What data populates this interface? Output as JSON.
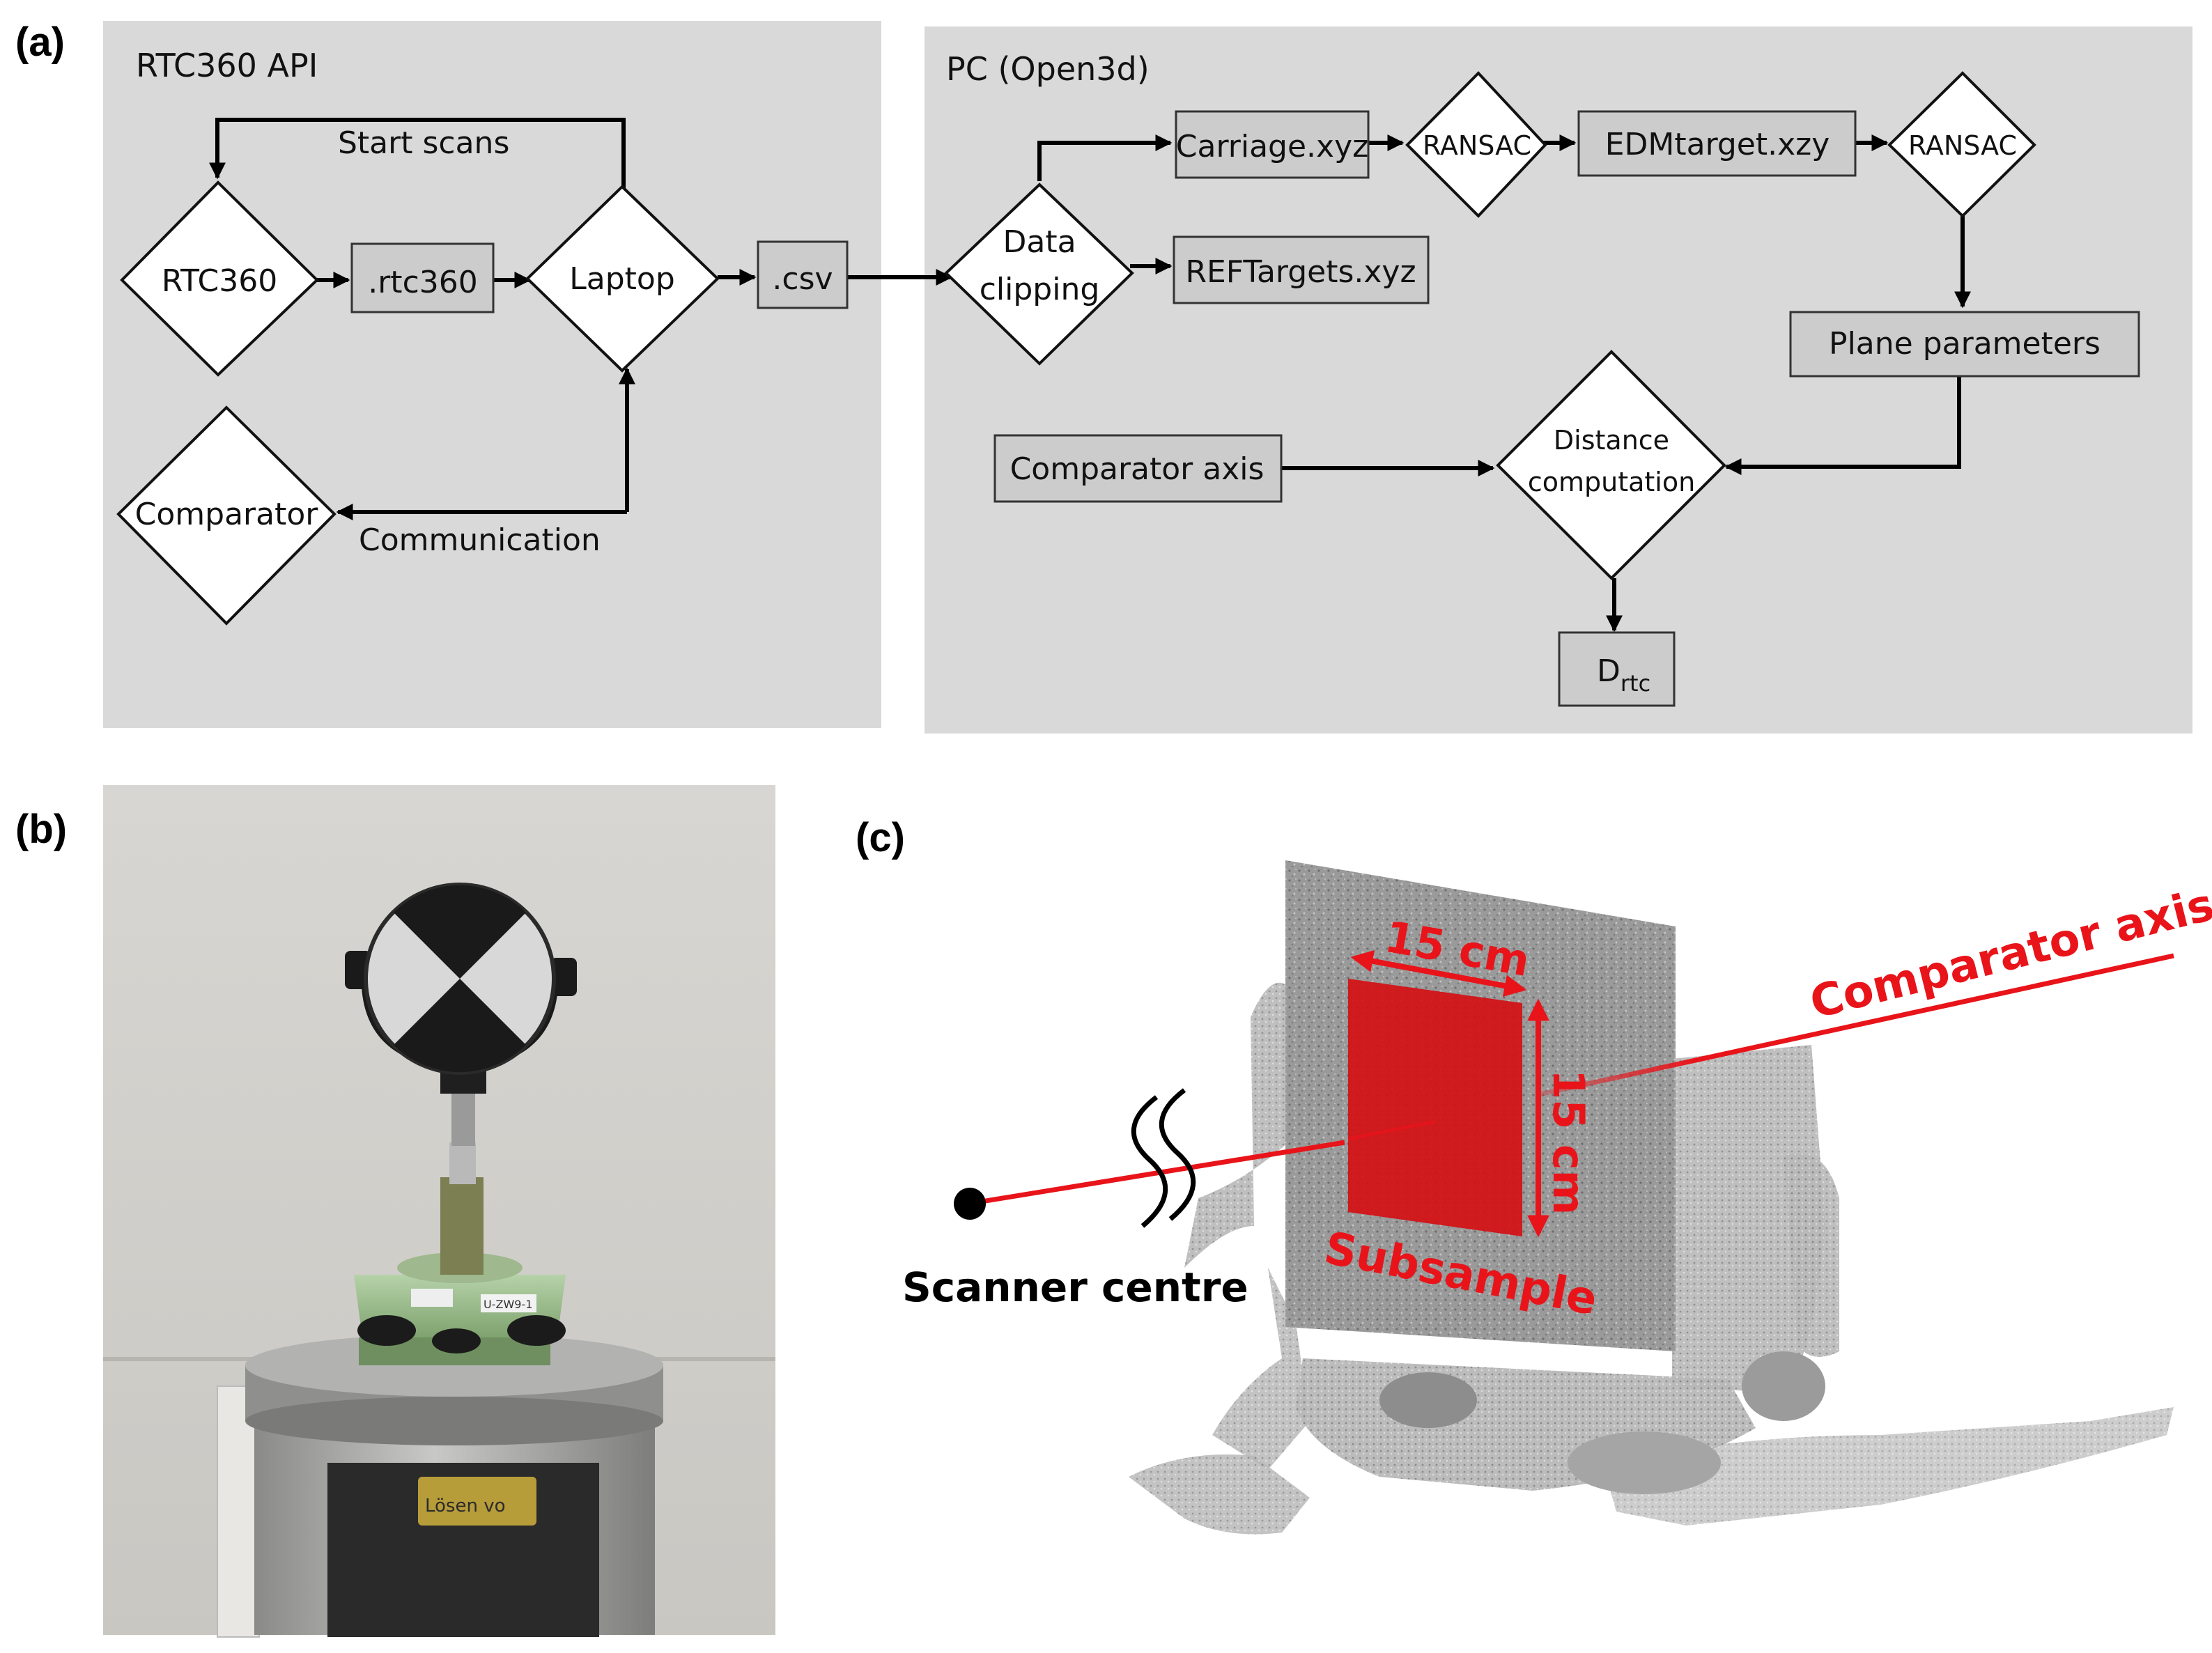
{
  "panels": {
    "a": "(a)",
    "b": "(b)",
    "c": "(c)"
  },
  "flowchart": {
    "group_left_title": "RTC360 API",
    "group_right_title": "PC (Open3d)",
    "nodes": {
      "rtc360": "RTC360",
      "rtc360_file": ".rtc360",
      "laptop": "Laptop",
      "csv": ".csv",
      "comparator": "Comparator",
      "data_clipping_1": "Data",
      "data_clipping_2": "clipping",
      "carriage": "Carriage.xyz",
      "reftargets": "REFTargets.xyz",
      "ransac_1": "RANSAC",
      "edmtarget": "EDMtarget.xzy",
      "ransac_2": "RANSAC",
      "plane_parameters": "Plane parameters",
      "comparator_axis": "Comparator axis",
      "distance_1": "Distance",
      "distance_2": "computation",
      "drtc_main": "D",
      "drtc_sub": "rtc"
    },
    "edge_labels": {
      "start_scans": "Start scans",
      "communication": "Communication"
    }
  },
  "photo": {
    "label_tag": "U-ZW9-1",
    "knob_text": "Lösen vo"
  },
  "pointcloud": {
    "dim_top": "15 cm",
    "dim_side": "15 cm",
    "axis_label": "Comparator axis",
    "subsample_label": "Subsample",
    "scanner_label": "Scanner centre"
  },
  "colors": {
    "group_bg": "#d9d9d9",
    "box_fill": "#cccccc",
    "accent_red": "#e8141a"
  }
}
